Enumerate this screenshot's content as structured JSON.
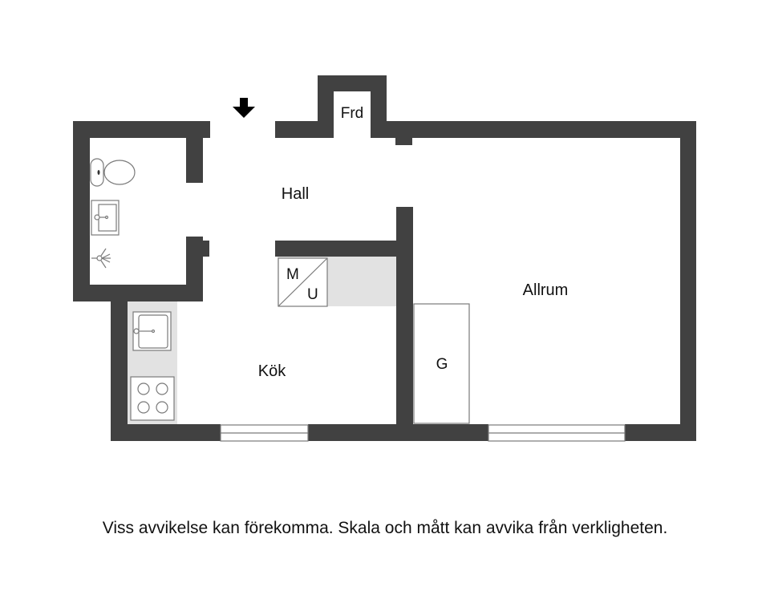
{
  "floorplan": {
    "colors": {
      "wall": "#414141",
      "counter": "#e2e2e2",
      "fixture_stroke": "#7a7a7a",
      "text": "#111111"
    },
    "rooms": {
      "hall": "Hall",
      "closet": "Frd",
      "living_room": "Allrum",
      "kitchen": "Kök"
    },
    "fixtures": {
      "washer_dryer_top": "M",
      "washer_dryer_bottom": "U",
      "wardrobe": "G"
    },
    "entrance_icon": "arrow-down-icon"
  },
  "disclaimer": "Viss avvikelse kan förekomma. Skala och mått kan avvika från verkligheten."
}
